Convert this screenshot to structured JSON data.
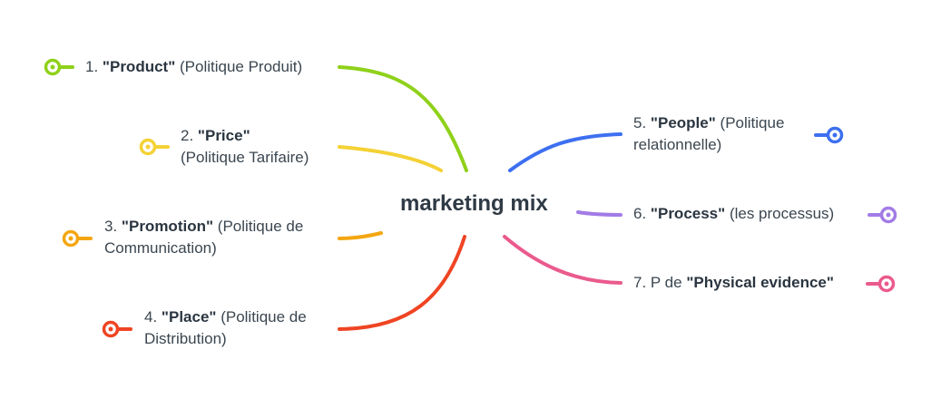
{
  "diagram": {
    "center": "marketing mix",
    "branches": [
      {
        "num": "1.",
        "pre": "",
        "bold": "\"Product\"",
        "rest": "(Politique Produit)",
        "color": "#8fd11a"
      },
      {
        "num": "2.",
        "pre": "",
        "bold": "\"Price\"",
        "rest": "(Politique Tarifaire)",
        "color": "#f4d135"
      },
      {
        "num": "3.",
        "pre": "",
        "bold": "\"Promotion\"",
        "rest": "(Politique de Communication)",
        "color": "#f3a611"
      },
      {
        "num": "4.",
        "pre": "",
        "bold": "\"Place\"",
        "rest": "(Politique de Distribution)",
        "color": "#ef4423"
      },
      {
        "num": "5.",
        "pre": "",
        "bold": "\"People\"",
        "rest": "(Politique relationnelle)",
        "color": "#3d6ff0"
      },
      {
        "num": "6.",
        "pre": "",
        "bold": "\"Process\"",
        "rest": "(les processus)",
        "color": "#a27be6"
      },
      {
        "num": "7.",
        "pre": "P de",
        "bold": "\"Physical evidence\"",
        "rest": "",
        "color": "#ea5a8d"
      }
    ]
  }
}
